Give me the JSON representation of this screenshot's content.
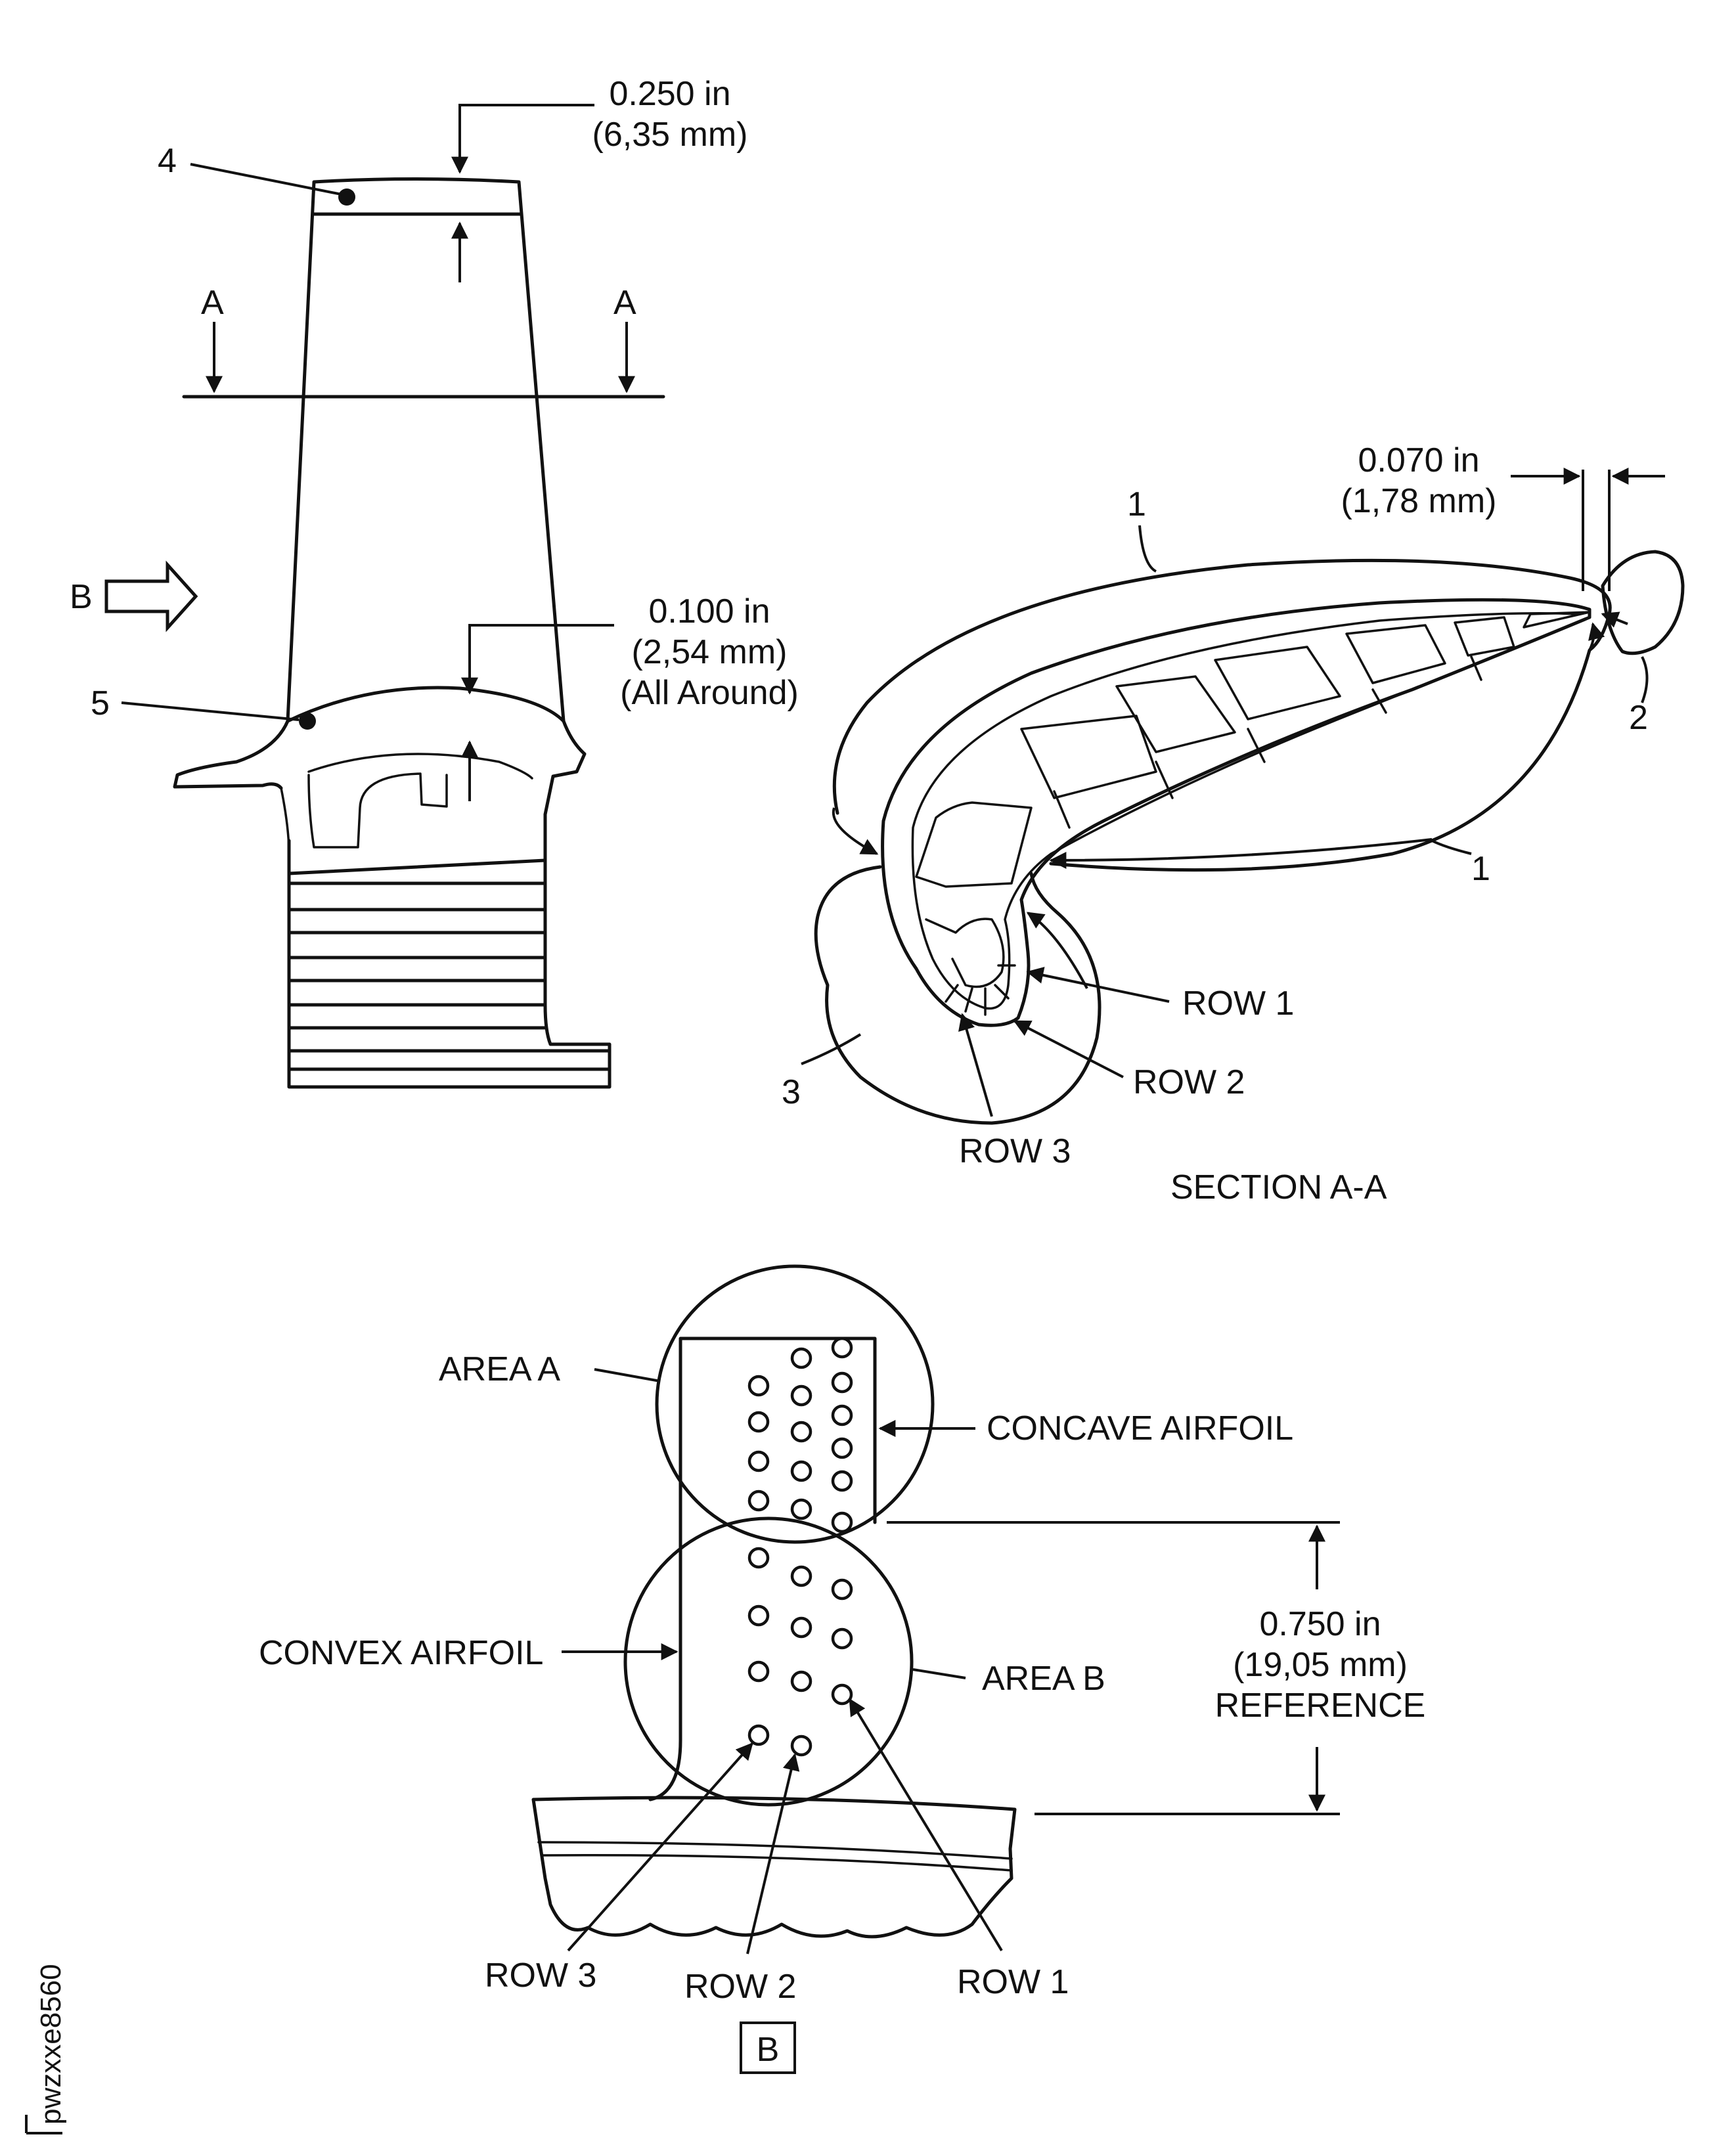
{
  "figure_id": "pwzxxe8560",
  "view_b_label": "B",
  "blade_view": {
    "section_marker": "A",
    "view_arrow_label": "B",
    "callout_4": "4",
    "callout_5": "5",
    "tip_dim": {
      "line1": "0.250 in",
      "line2": "(6,35 mm)"
    },
    "platform_dim": {
      "line1": "0.100 in",
      "line2": "(2,54 mm)",
      "line3": "(All Around)"
    }
  },
  "section_aa": {
    "title": "SECTION A-A",
    "callout_1": "1",
    "callout_2": "2",
    "callout_3": "3",
    "te_dim": {
      "line1": "0.070 in",
      "line2": "(1,78 mm)"
    },
    "row1": "ROW 1",
    "row2": "ROW 2",
    "row3": "ROW 3"
  },
  "view_b": {
    "area_a": "AREA A",
    "area_b": "AREA B",
    "concave": "CONCAVE AIRFOIL",
    "convex": "CONVEX AIRFOIL",
    "ref_dim": {
      "line1": "0.750 in",
      "line2": "(19,05 mm)",
      "line3": "REFERENCE"
    },
    "row1": "ROW 1",
    "row2": "ROW 2",
    "row3": "ROW 3"
  }
}
